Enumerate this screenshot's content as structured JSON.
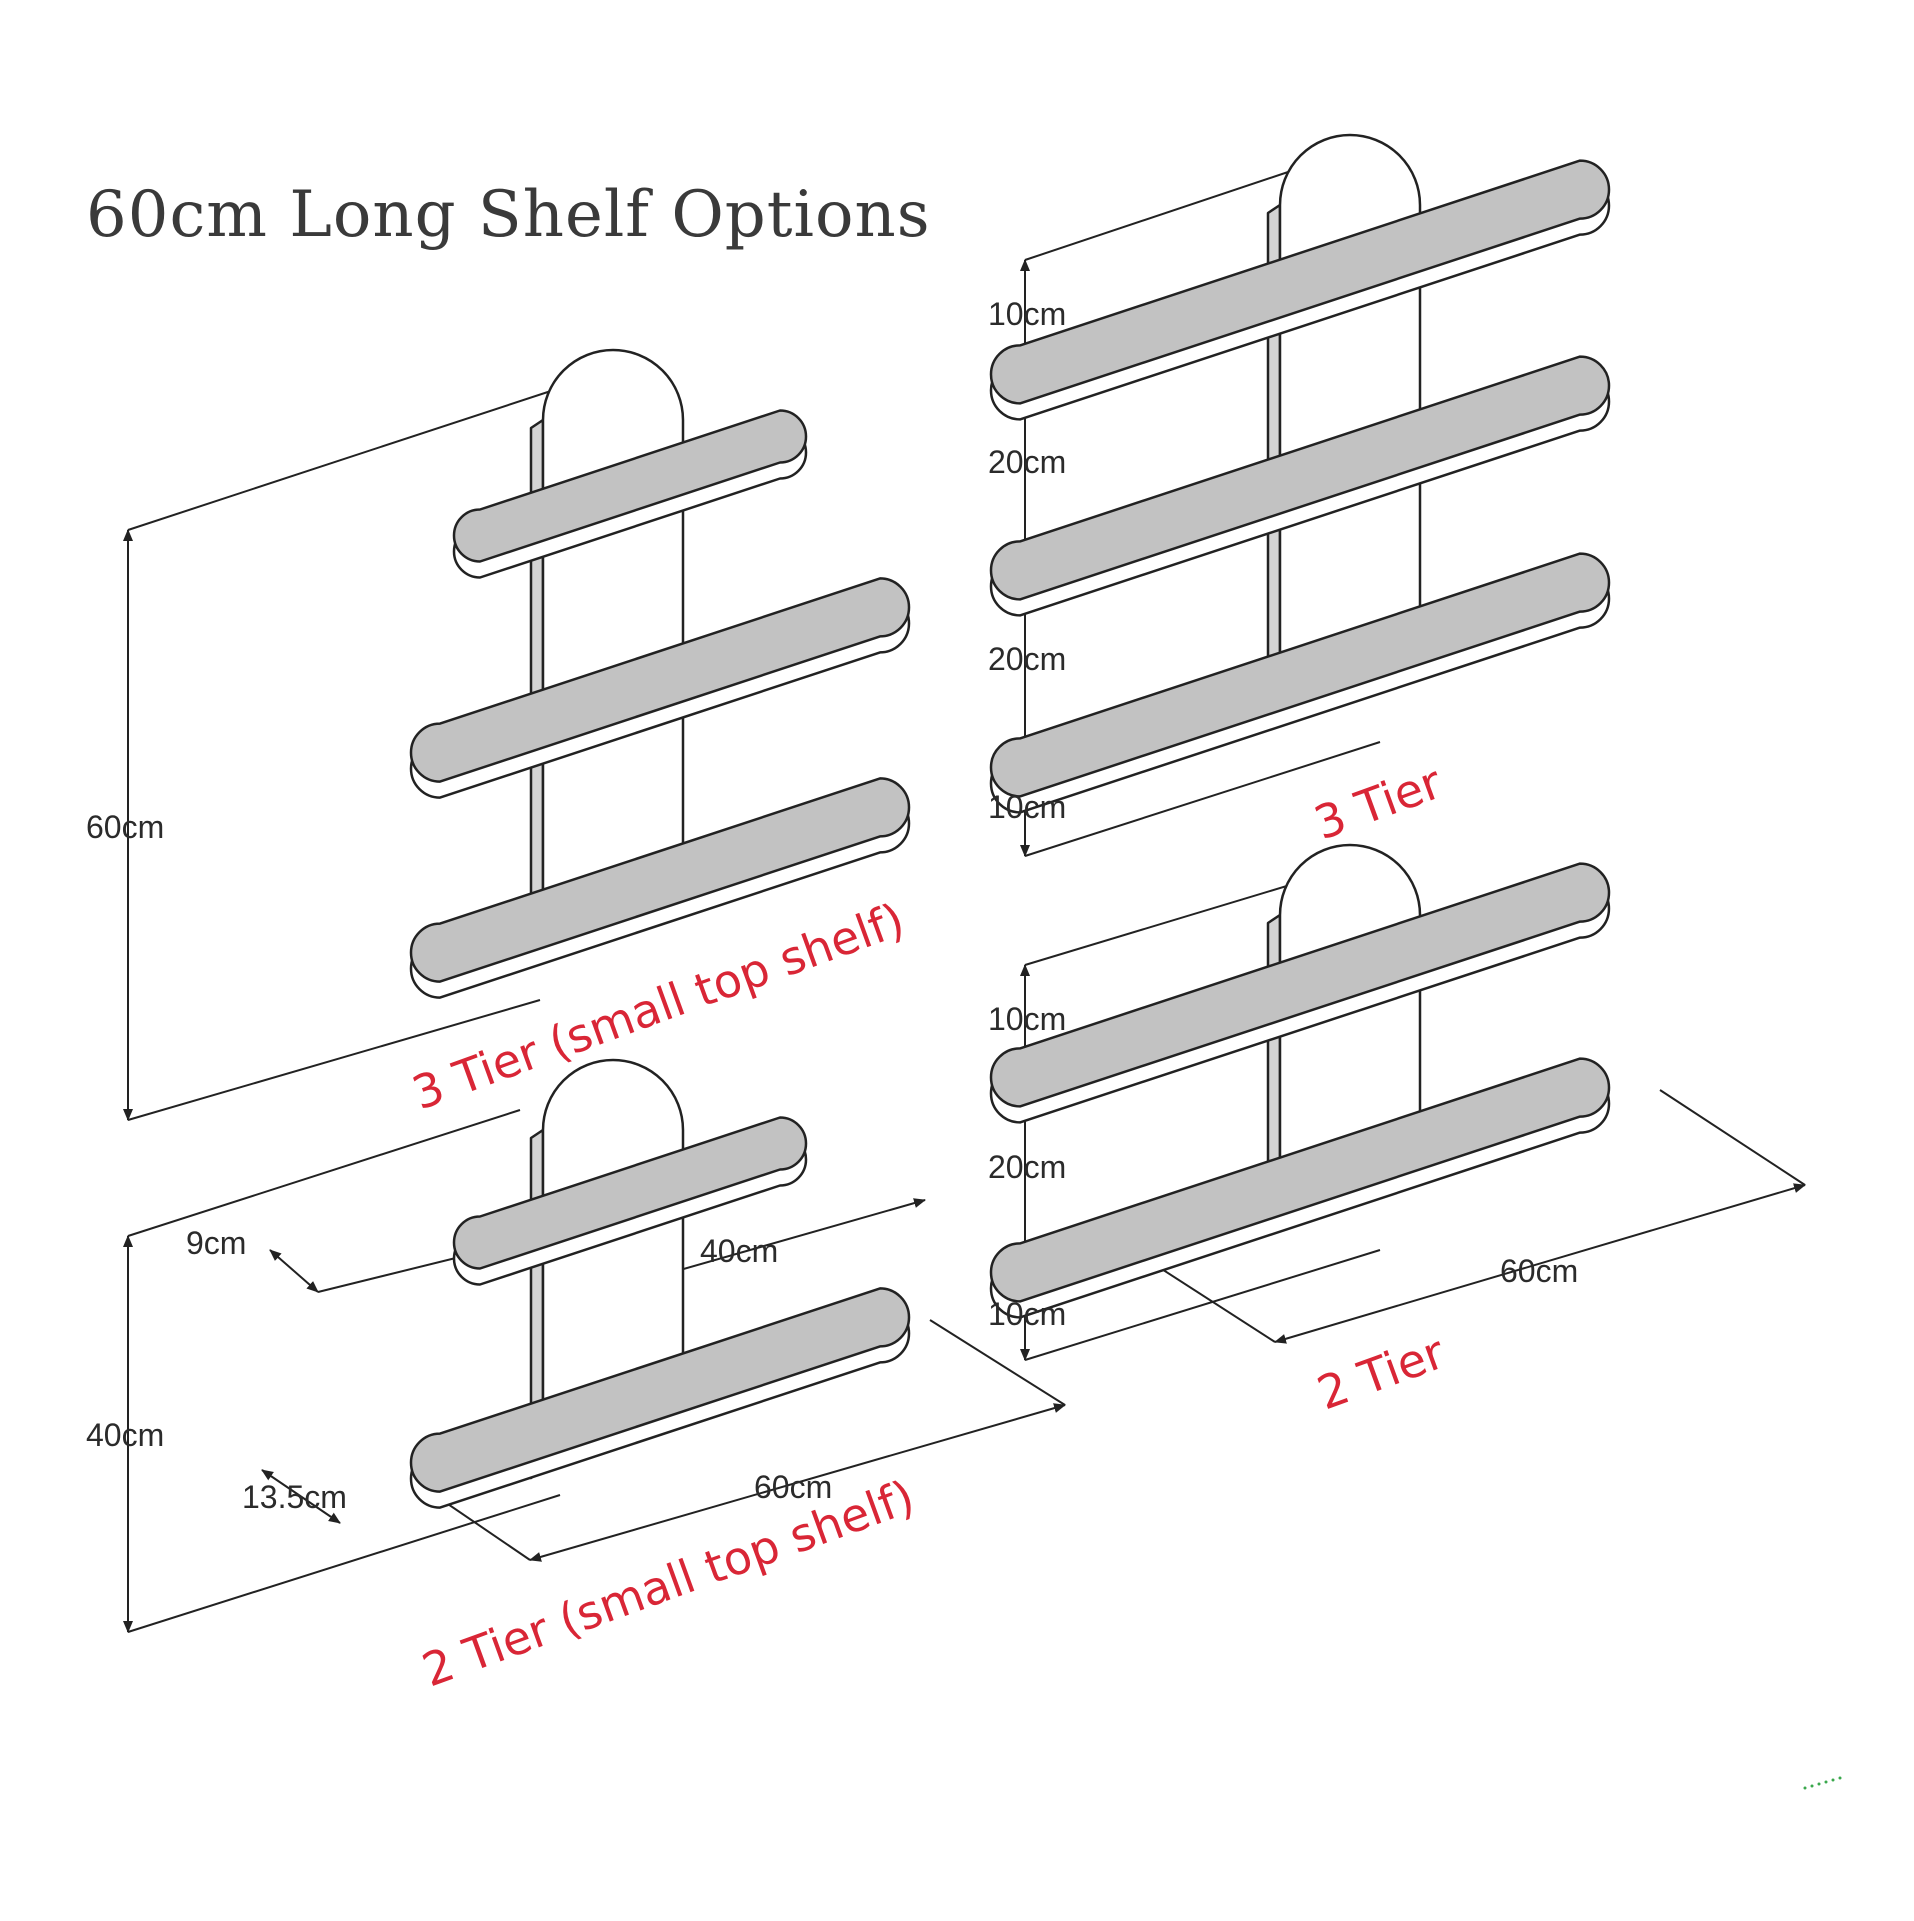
{
  "title": "60cm Long Shelf Options",
  "options": [
    {
      "caption": "3 Tier (small top shelf)",
      "dimensions": {
        "height": "60cm"
      }
    },
    {
      "caption": "2 Tier (small top shelf)",
      "dimensions": {
        "height": "40cm",
        "top_depth": "9cm",
        "top_length": "40cm",
        "bottom_depth": "13.5cm",
        "bottom_length": "60cm"
      }
    },
    {
      "caption": "3 Tier",
      "dimensions": {
        "spacings": [
          "10cm",
          "20cm",
          "20cm",
          "10cm"
        ]
      }
    },
    {
      "caption": "2 Tier",
      "dimensions": {
        "spacings": [
          "10cm",
          "20cm",
          "10cm"
        ],
        "length": "60cm"
      }
    }
  ],
  "colors": {
    "caption": "#d92636",
    "shelf_top": "#c2c2c2",
    "line": "#222222"
  }
}
